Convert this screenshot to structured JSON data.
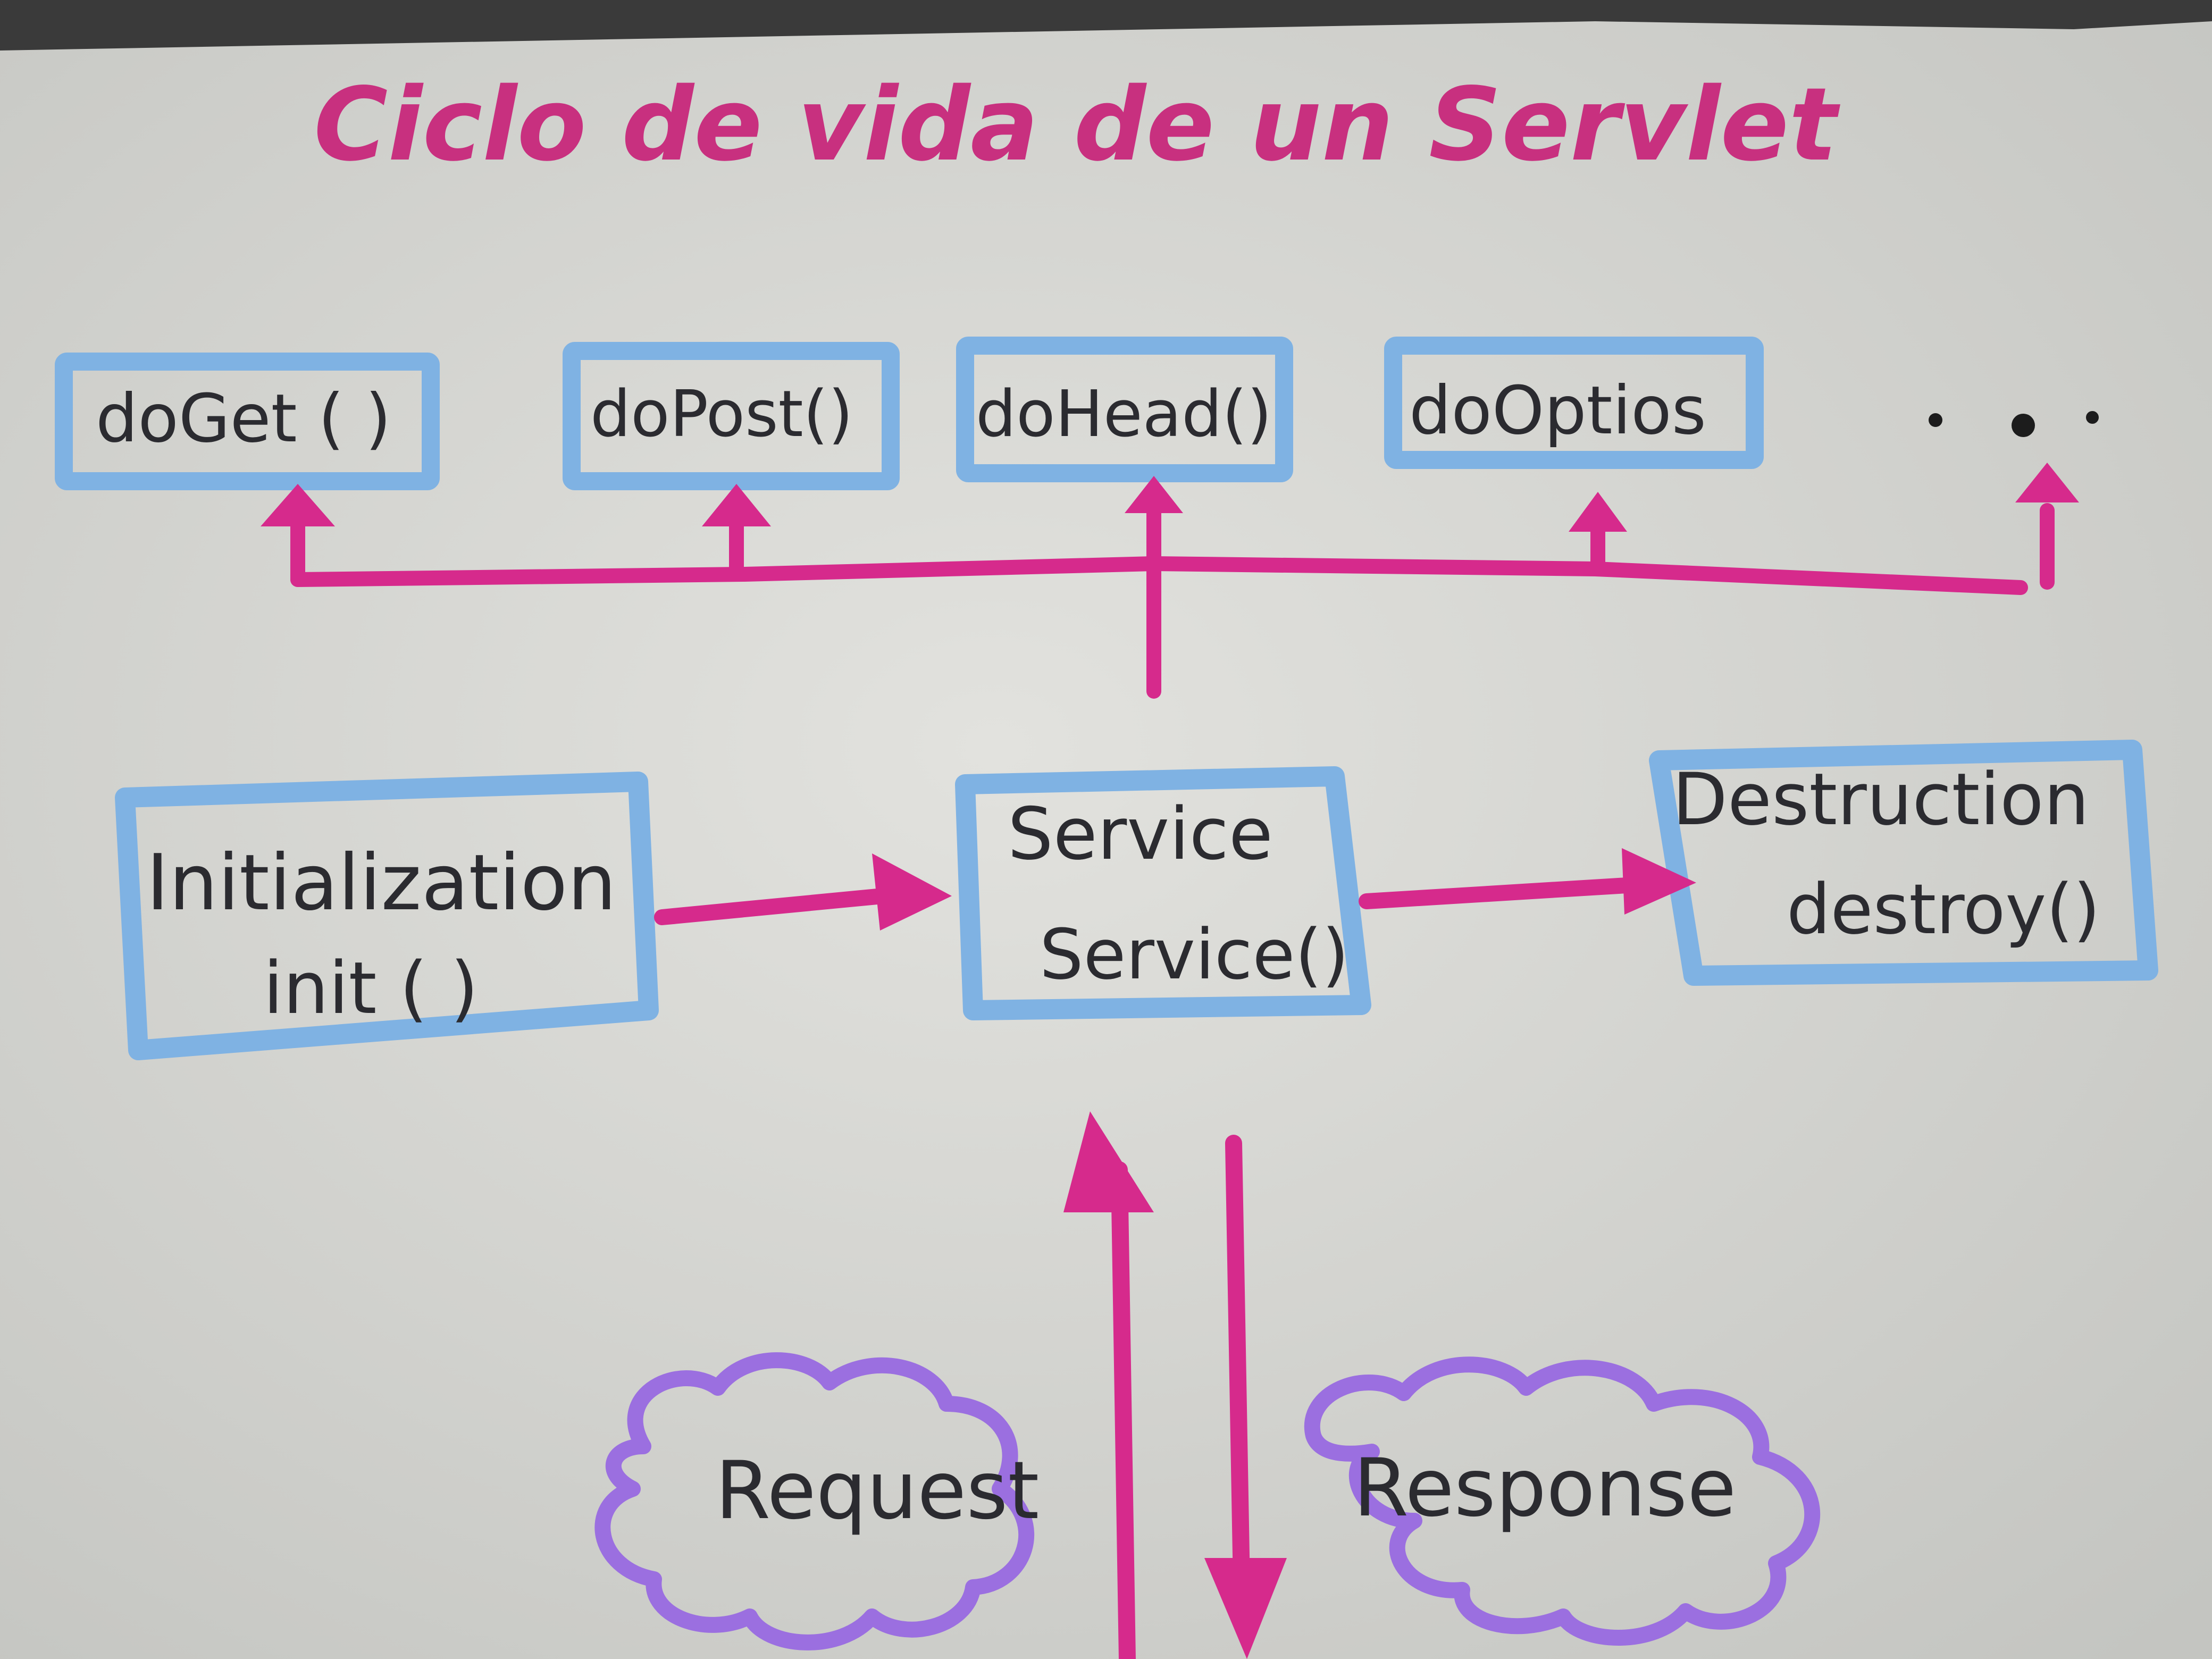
{
  "title": "Ciclo de vida de un Servlet",
  "methods": [
    "doGet ( )",
    "doPost()",
    "doHead()",
    "doOptios",
    "..."
  ],
  "stages": {
    "initialization": {
      "name": "Initialization",
      "method": "init ( )"
    },
    "service": {
      "name": "Service",
      "method": "Service()"
    },
    "destruction": {
      "name": "Destruction",
      "method": "destroy()"
    }
  },
  "request_label": "Request",
  "response_label": "Response",
  "colors": {
    "paper": "#dcdcd8",
    "box_stroke": "#7fb2e3",
    "arrow": "#d62a8c",
    "title": "#c8307f",
    "cloud": "#9b6fe0",
    "ink": "#2b2b30"
  }
}
